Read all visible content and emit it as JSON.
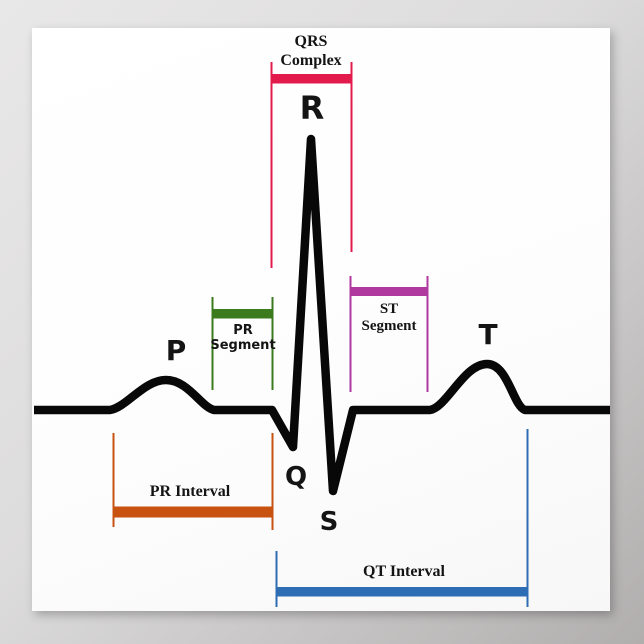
{
  "colors": {
    "waveform": "#080808",
    "qrs": "#e31b4c",
    "pr_segment": "#3c7a1e",
    "st_segment": "#b039a0",
    "pr_interval": "#c85210",
    "qt_interval": "#2e6cb4"
  },
  "wave_labels": {
    "p": "P",
    "q": "Q",
    "r": "R",
    "s": "S",
    "t": "T"
  },
  "annotations": {
    "qrs_complex": {
      "line1": "QRS",
      "line2": "Complex"
    },
    "pr_segment": {
      "line1": "PR",
      "line2": "Segment"
    },
    "st_segment": {
      "line1": "ST",
      "line2": "Segment"
    },
    "pr_interval": {
      "label": "PR Interval"
    },
    "qt_interval": {
      "label": "QT Interval"
    }
  }
}
